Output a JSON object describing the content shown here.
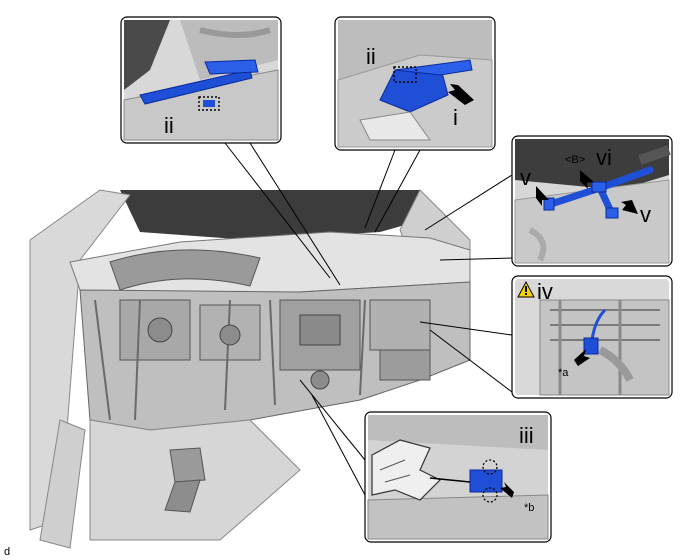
{
  "figure": {
    "id_mark": "d",
    "colors": {
      "harness_blue": "#1f4fd6",
      "harness_dark": "#0a2a9a",
      "panel_border": "#000000",
      "dash_gray": "#c9c9c9",
      "dash_dark": "#5a5a5a",
      "warning_yellow": "#f2d400"
    }
  },
  "callouts": {
    "top_left": {
      "label": "ii"
    },
    "top_center": {
      "label_ii": "ii",
      "label_i": "i"
    },
    "right_top": {
      "label_b": "<B>",
      "label_vi": "vi",
      "label_v_left": "v",
      "label_v_right": "v"
    },
    "right_middle": {
      "label_iv": "iv",
      "label_a": "*a",
      "icon": "warning-triangle"
    },
    "bottom": {
      "label_iii": "iii",
      "label_b": "*b"
    }
  }
}
